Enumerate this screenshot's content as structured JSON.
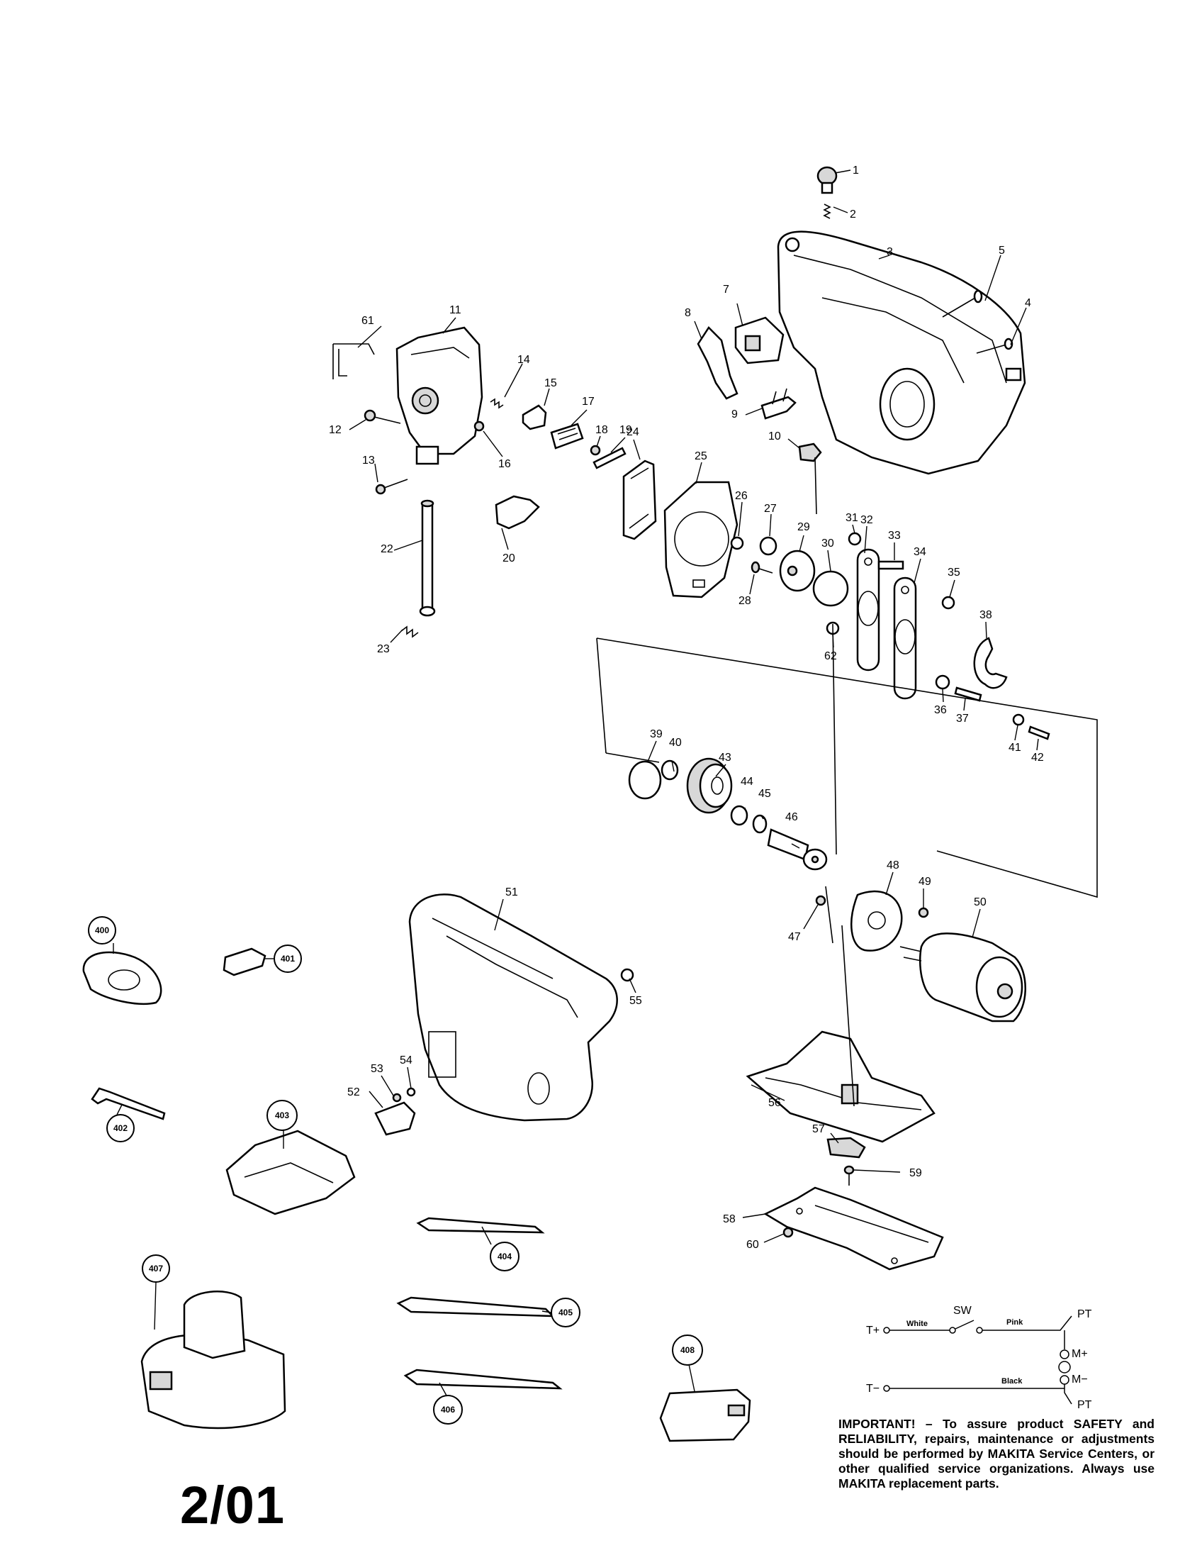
{
  "diagram": {
    "part_numbers": [
      "1",
      "2",
      "3",
      "4",
      "5",
      "7",
      "8",
      "9",
      "10",
      "11",
      "12",
      "13",
      "14",
      "15",
      "16",
      "17",
      "18",
      "19",
      "20",
      "22",
      "23",
      "24",
      "25",
      "26",
      "27",
      "28",
      "29",
      "30",
      "31",
      "32",
      "33",
      "34",
      "35",
      "36",
      "37",
      "38",
      "39",
      "40",
      "41",
      "42",
      "43",
      "44",
      "45",
      "46",
      "47",
      "48",
      "49",
      "50",
      "51",
      "52",
      "53",
      "54",
      "55",
      "56",
      "57",
      "58",
      "59",
      "60",
      "61",
      "62"
    ],
    "accessory_numbers": [
      "400",
      "401",
      "402",
      "403",
      "404",
      "405",
      "406",
      "407",
      "408"
    ]
  },
  "wiring": {
    "t_plus": "T+",
    "t_minus": "T−",
    "white": "White",
    "sw": "SW",
    "pink": "Pink",
    "black": "Black",
    "pt_top": "PT",
    "pt_bottom": "PT",
    "m_plus": "M+",
    "m_minus": "M−"
  },
  "notice": "IMPORTANT! – To assure product SAFETY and RELIABILITY, repairs, maintenance or adjustments should be performed by MAKITA Service Centers, or other qualified service organizations. Always use MAKITA replacement parts.",
  "page_date": "2/01"
}
